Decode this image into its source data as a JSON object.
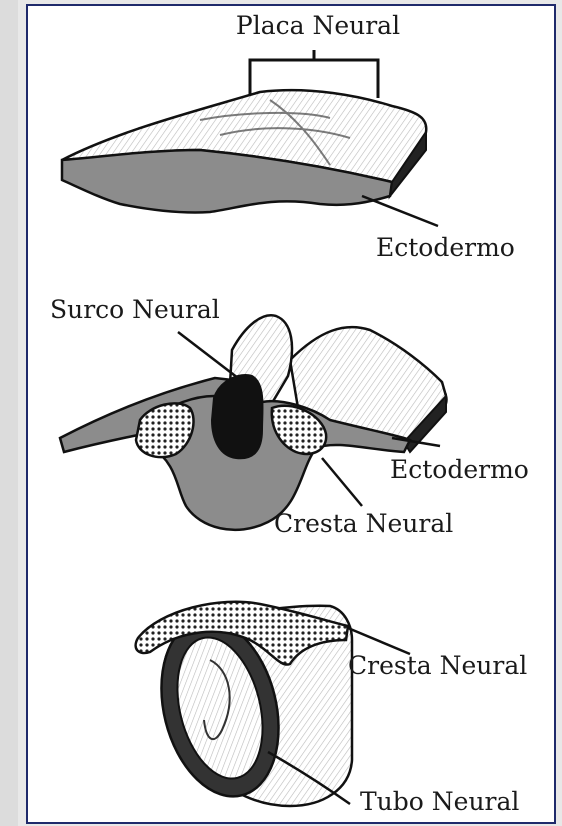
{
  "labels": {
    "placa_neural": "Placa Neural",
    "ectodermo_1": "Ectodermo",
    "surco_neural": "Surco Neural",
    "ectodermo_2": "Ectodermo",
    "cresta_neural_1": "Cresta Neural",
    "cresta_neural_2": "Cresta Neural",
    "tubo_neural": "Tubo Neural"
  },
  "colors": {
    "border": "#1f2a6b",
    "gray_tissue": "#8c8c8c",
    "dark": "#111111"
  }
}
